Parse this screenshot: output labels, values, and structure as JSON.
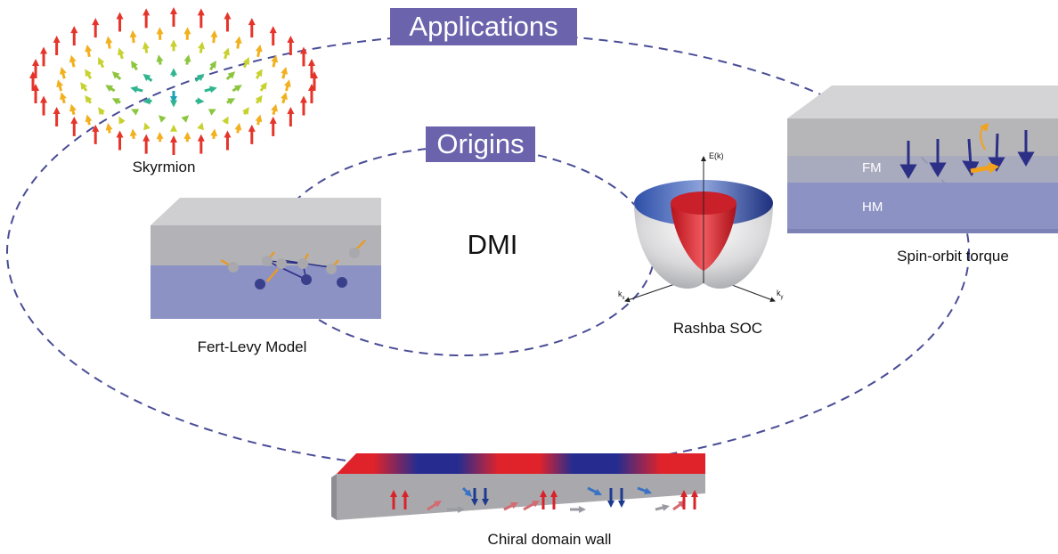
{
  "headings": {
    "applications": "Applications",
    "origins": "Origins"
  },
  "center": {
    "label": "DMI"
  },
  "items": {
    "skyrmion": "Skyrmion",
    "spin_orbit_torque": "Spin-orbit torque",
    "fert_levy": "Fert-Levy Model",
    "rashba_soc": "Rashba SOC",
    "chiral_domain_wall": "Chiral domain wall"
  },
  "layers": {
    "fm": "FM",
    "hm": "HM"
  },
  "rashba_axes": {
    "energy": "E(k)",
    "kx": "k",
    "kx_sub": "x",
    "ky": "k",
    "ky_sub": "y"
  },
  "colors": {
    "tag_bg": "#6b64ad",
    "dashed_line": "#4a4d96",
    "hm_layer": "#8c92c4",
    "cap_layer": "#b9b9bd",
    "domain_red": "#e0232b",
    "domain_blue": "#262c8f",
    "spin_arrow": "#2c2f86",
    "torque_arrow": "#f3a21c"
  }
}
